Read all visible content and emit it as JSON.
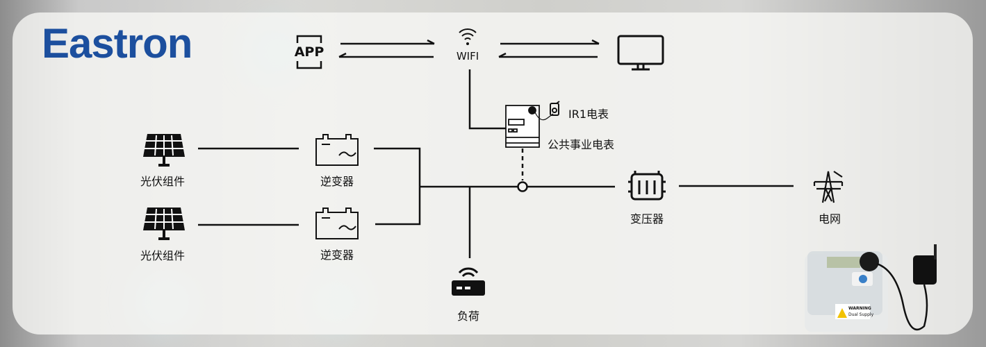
{
  "brand": {
    "logo_text": "Eastron",
    "color": "#1c4f9e"
  },
  "nodes": {
    "app": "APP",
    "wifi": "WIFI",
    "ir1_meter": "IR1电表",
    "utility_meter": "公共事业电表",
    "pv_1": "光伏组件",
    "pv_2": "光伏组件",
    "inverter_1": "逆变器",
    "inverter_2": "逆变器",
    "load": "负荷",
    "transformer": "变压器",
    "grid": "电网"
  },
  "photo_label": {
    "warning": "WARNING",
    "warning_sub": "Dual Supply"
  }
}
